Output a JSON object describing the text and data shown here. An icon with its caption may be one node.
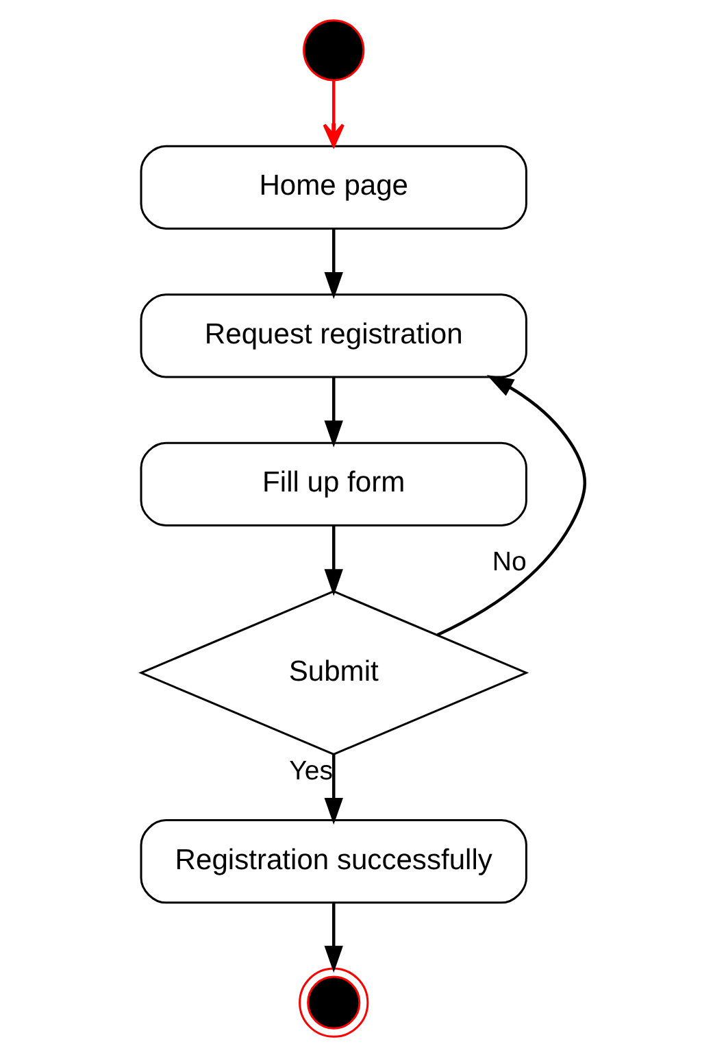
{
  "diagram": {
    "nodes": [
      {
        "text": [],
        "shape": "circle"
      },
      {
        "text": [
          "Home page"
        ]
      },
      {
        "text": [
          "Request registration"
        ]
      },
      {
        "text": [
          "Fill up form"
        ]
      },
      {
        "text": [
          "Submit"
        ]
      },
      {
        "text": [
          "Registration successfully"
        ]
      },
      {
        "text": [],
        "shape": "circle"
      }
    ],
    "edges": [
      {
        "from": 0,
        "to": 1,
        "arrow": "to",
        "color": "#ff0000"
      },
      {
        "from": 1,
        "to": 2,
        "arrow": "to"
      },
      {
        "from": 2,
        "to": 3,
        "arrow": "to"
      },
      {
        "from": 3,
        "to": 4,
        "arrow": "to"
      },
      {
        "from": 4,
        "to": 2,
        "arrow": "to",
        "label": "No"
      },
      {
        "from": 4,
        "to": 5,
        "arrow": "to",
        "label": "Yes"
      },
      {
        "from": 5,
        "to": 6,
        "arrow": "to"
      }
    ]
  }
}
